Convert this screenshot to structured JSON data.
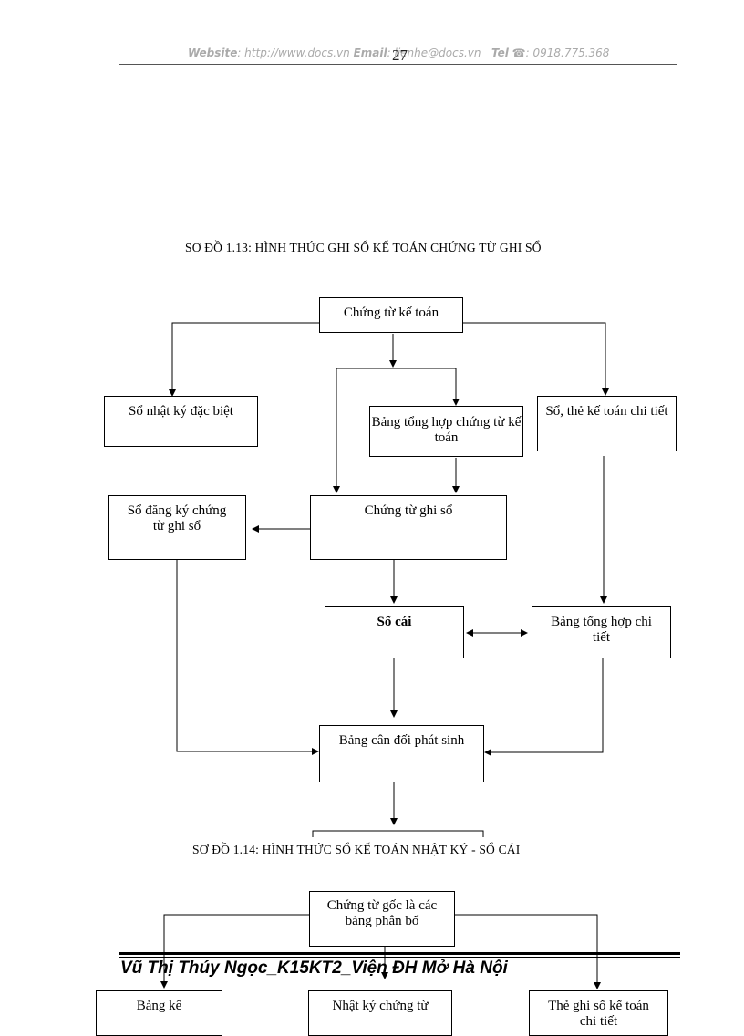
{
  "header": {
    "website_label": "Website",
    "website_value": ": http://www.docs.vn",
    "email_label": "Email",
    "email_value": ": lienhe@docs.vn",
    "tel_label": "Tel",
    "tel_value": ": 0918.775.368",
    "page_number": "27"
  },
  "diagram1": {
    "title": "SƠ ĐỒ 1.13: HÌNH THỨC GHI SỔ KẾ TOÁN CHỨNG TỪ GHI SỔ",
    "boxes": {
      "source": "Chứng từ kế toán",
      "special_journal": "Sổ nhật ký đặc biệt",
      "summary_vouchers": "Bảng tổng hợp chứng từ kế toán",
      "detail_ledger": "Sổ, thẻ kế toán chi tiết",
      "registry": "Sổ đăng ký chứng từ ghi sổ",
      "recording_voucher": "Chứng từ ghi sổ",
      "general_ledger": "Sổ cái",
      "detail_summary": "Bảng tổng hợp chi tiết",
      "trial_balance": "Bảng cân đối phát sinh"
    }
  },
  "diagram2": {
    "title": "SƠ ĐỒ 1.14: HÌNH THỨC SỔ KẾ TOÁN NHẬT KÝ - SỔ CÁI",
    "boxes": {
      "source": "Chứng từ gốc là các bảng phân bố",
      "listing": "Bảng kê",
      "journal_voucher": "Nhật ký chứng từ",
      "detail_card": "Thẻ ghi sổ kế toán chi tiết"
    }
  },
  "footer": {
    "author": "Vũ Thị Thúy Ngọc_K15KT2_Viện ĐH Mở Hà Nội"
  }
}
